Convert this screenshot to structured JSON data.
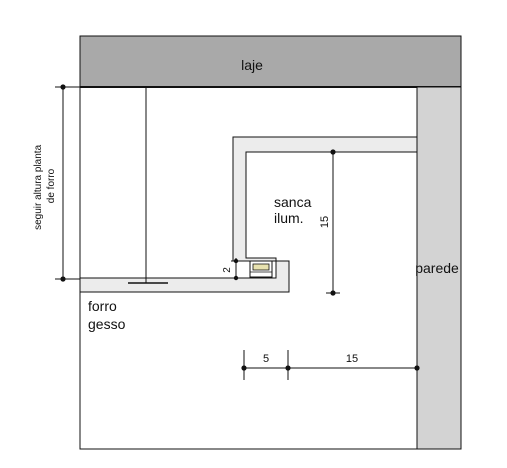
{
  "labels": {
    "slab": "laje",
    "wall": "parede",
    "cove": [
      "sanca",
      "ilum."
    ],
    "ceiling": [
      "forro",
      "gesso"
    ],
    "height_note": [
      "seguir altura planta",
      "de forro"
    ]
  },
  "dimensions": {
    "cove_depth": "15",
    "lip_height": "2",
    "offset_small": "5",
    "offset_large": "15"
  },
  "colors": {
    "slab_fill": "#a9a9a9",
    "wall_fill": "#d3d3d3",
    "gypsum_fill": "#ececec",
    "line": "#111111"
  },
  "icons": {
    "fixture": "led-profile-icon"
  }
}
